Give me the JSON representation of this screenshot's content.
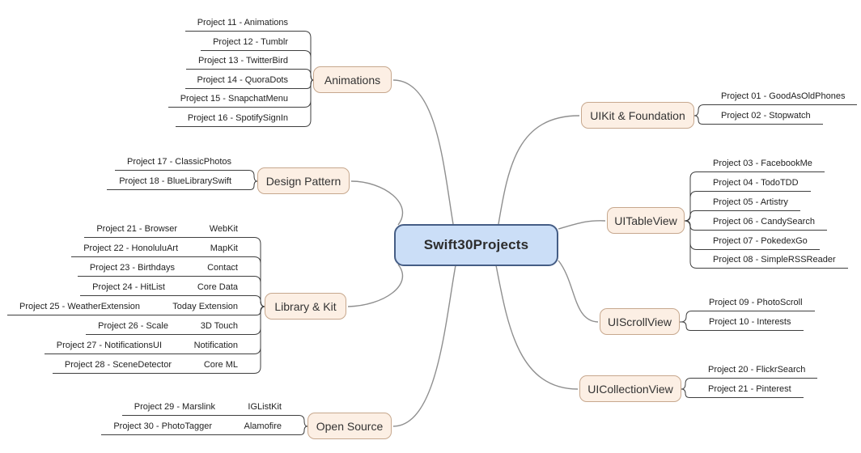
{
  "title": "Swift30Projects",
  "colors": {
    "center_fill": "#cbdef7",
    "center_border": "#455d85",
    "branch_fill": "#fcefe4",
    "branch_border": "#c7a88e",
    "line": "#3f3f3f",
    "curve": "#8f8f8f"
  },
  "branches": [
    {
      "label": "Animations",
      "side": "left",
      "leaves": [
        {
          "label": "Project 11 - Animations"
        },
        {
          "label": "Project 12 - Tumblr"
        },
        {
          "label": "Project 13 - TwitterBird"
        },
        {
          "label": "Project 14 - QuoraDots"
        },
        {
          "label": "Project 15 - SnapchatMenu"
        },
        {
          "label": "Project 16 - SpotifySignIn"
        }
      ]
    },
    {
      "label": "Design Pattern",
      "side": "left",
      "leaves": [
        {
          "label": "Project 17 - ClassicPhotos"
        },
        {
          "label": "Project 18 - BlueLibrarySwift"
        }
      ]
    },
    {
      "label": "Library & Kit",
      "side": "left",
      "leaves": [
        {
          "project": "Project 21 - Browser",
          "framework": "WebKit"
        },
        {
          "project": "Project 22 - HonoluluArt",
          "framework": "MapKit"
        },
        {
          "project": "Project 23 - Birthdays",
          "framework": "Contact"
        },
        {
          "project": "Project 24 - HitList",
          "framework": "Core Data"
        },
        {
          "project": "Project 25 - WeatherExtension",
          "framework": "Today Extension"
        },
        {
          "project": "Project 26 - Scale",
          "framework": "3D Touch"
        },
        {
          "project": "Project 27 - NotificationsUI",
          "framework": "Notification"
        },
        {
          "project": "Project 28 - SceneDetector",
          "framework": "Core ML"
        }
      ]
    },
    {
      "label": "Open Source",
      "side": "left",
      "leaves": [
        {
          "project": "Project 29 - Marslink",
          "framework": "IGListKit"
        },
        {
          "project": "Project 30 - PhotoTagger",
          "framework": "Alamofire"
        }
      ]
    },
    {
      "label": "UIKit & Foundation",
      "side": "right",
      "leaves": [
        {
          "label": "Project 01 - GoodAsOldPhones"
        },
        {
          "label": "Project 02 - Stopwatch"
        }
      ]
    },
    {
      "label": "UITableView",
      "side": "right",
      "leaves": [
        {
          "label": "Project 03 - FacebookMe"
        },
        {
          "label": "Project 04 - TodoTDD"
        },
        {
          "label": "Project 05 - Artistry"
        },
        {
          "label": "Project 06 - CandySearch"
        },
        {
          "label": "Project 07 - PokedexGo"
        },
        {
          "label": "Project 08 - SimpleRSSReader"
        }
      ]
    },
    {
      "label": "UIScrollView",
      "side": "right",
      "leaves": [
        {
          "label": "Project 09 - PhotoScroll"
        },
        {
          "label": "Project 10 - Interests"
        }
      ]
    },
    {
      "label": "UICollectionView",
      "side": "right",
      "leaves": [
        {
          "label": "Project 20 - FlickrSearch"
        },
        {
          "label": "Project 21 - Pinterest"
        }
      ]
    }
  ]
}
